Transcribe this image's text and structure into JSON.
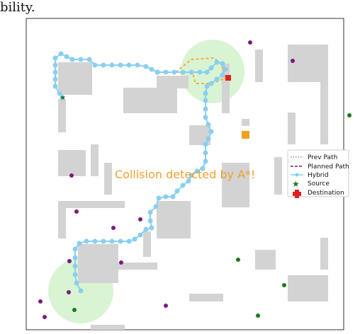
{
  "caption_fragment": "bility.",
  "overlay_message": "Collision detected by A*!",
  "legend": {
    "entries": [
      {
        "label": "Prev Path",
        "style": "dotted",
        "color": "#888888"
      },
      {
        "label": "Planned Path",
        "style": "dashed",
        "color": "#7a1f5c"
      },
      {
        "label": "Hybrid",
        "style": "line-dot",
        "color": "#89cff0"
      },
      {
        "label": "Source",
        "style": "star",
        "color": "#1a7a1a"
      },
      {
        "label": "Destination",
        "style": "plus",
        "color": "#e02020"
      }
    ]
  },
  "colors": {
    "obstacle": "#d3d3d3",
    "hybrid_path": "#89cff0",
    "planned_path": "#f0b040",
    "zone": "#c8f0c0",
    "dynamic_purple": "#7b1a7b",
    "dynamic_green": "#1a7a1a",
    "warning_square": "#f0a020"
  }
}
